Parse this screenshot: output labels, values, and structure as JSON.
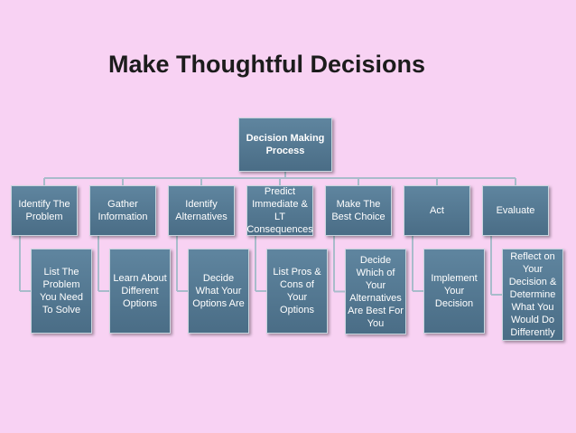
{
  "title": "Make Thoughtful Decisions",
  "colors": {
    "background": "#f8d2f3",
    "node_fill": "#557a94",
    "connector": "#a8bccb",
    "node_text": "#ffffff",
    "title_text": "#1c1c1c"
  },
  "root": {
    "label": "Decision Making Process"
  },
  "steps": [
    {
      "label": "Identify The Problem",
      "detail": "List The Problem You Need To Solve"
    },
    {
      "label": "Gather Information",
      "detail": "Learn About Different Options"
    },
    {
      "label": "Identify Alternatives",
      "detail": "Decide What Your Options Are"
    },
    {
      "label": "Predict Immediate & LT Consequences",
      "detail": "List Pros & Cons of Your Options"
    },
    {
      "label": "Make The Best Choice",
      "detail": "Decide Which of Your Alternatives Are Best For You"
    },
    {
      "label": "Act",
      "detail": "Implement Your Decision"
    },
    {
      "label": "Evaluate",
      "detail": "Reflect on Your Decision & Determine What You Would Do Differently"
    }
  ]
}
